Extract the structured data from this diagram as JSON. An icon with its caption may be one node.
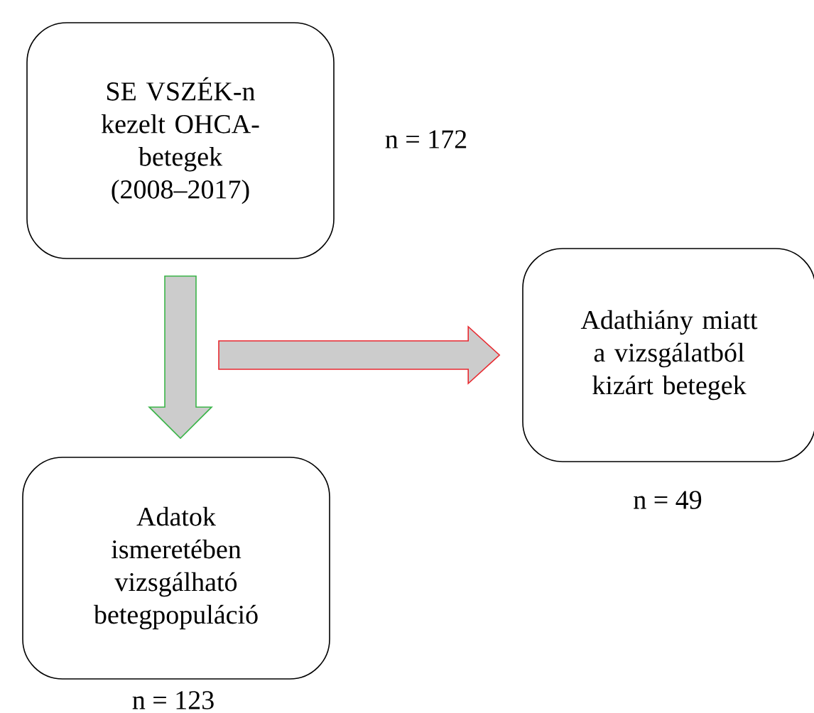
{
  "diagram": {
    "nodes": [
      {
        "text": [
          "SE VSZÉK-n kezelt OHCA-betegek (2008–2017)"
        ],
        "beside": [
          "n = 172"
        ]
      },
      {
        "text": [
          "Adathiány miatt a vizsgálatból kizárt betegek"
        ],
        "beside": [
          "n = 49"
        ]
      },
      {
        "text": [
          "Adatok ismeretében vizsgálható betegpopuláció"
        ],
        "beside": [
          "n = 123"
        ]
      }
    ],
    "edges": [
      {
        "from": 0,
        "to": 2,
        "arrow": "to",
        "color": "#3cb54a"
      },
      {
        "from": null,
        "to": 1,
        "arrow": "to",
        "color": "#e8292f"
      }
    ]
  }
}
